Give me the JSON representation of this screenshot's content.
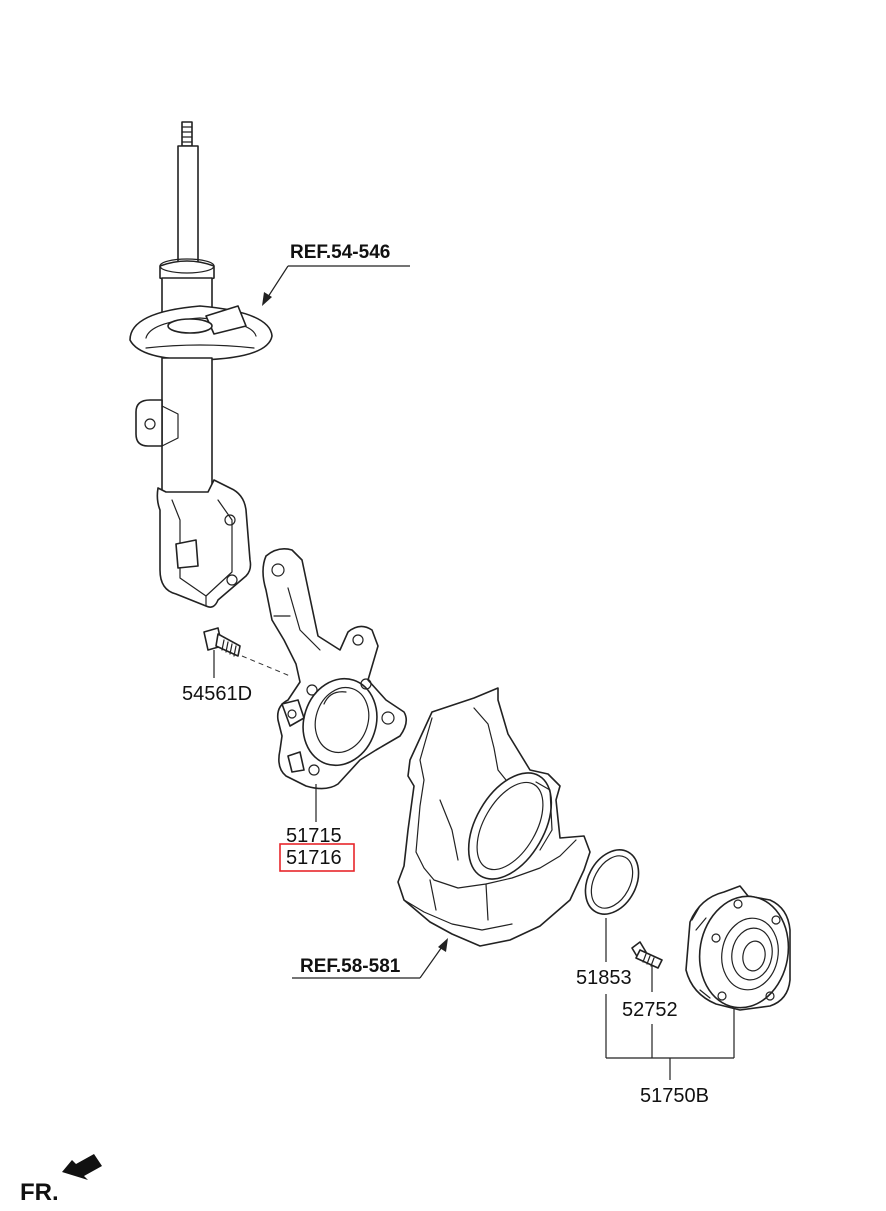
{
  "labels": {
    "ref_strut": "REF.54-546",
    "ref_shield": "REF.58-581",
    "bolt": "54561D",
    "knuckle_lh": "51715",
    "knuckle_rh": "51716",
    "snap_ring": "51853",
    "hub_bolt": "52752",
    "hub_assy": "51750B",
    "front": "FR."
  },
  "colors": {
    "highlight": "#e8262b",
    "line": "#222222"
  },
  "highlighted_part": "51716",
  "icons": {
    "front_direction": "arrow-icon"
  }
}
